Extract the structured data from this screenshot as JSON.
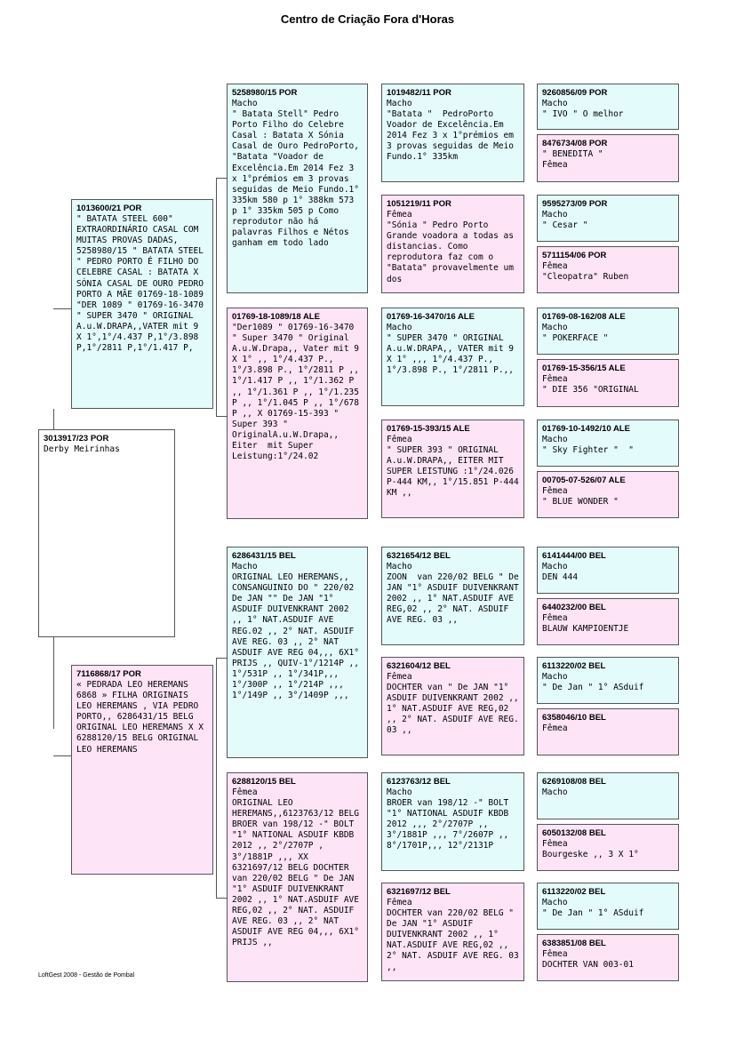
{
  "title": "Centro de Criação Fora d'Horas",
  "footer": "LoftGest 2008 - Gestão de Pombal",
  "subject": {
    "ring": "3013917/23 POR",
    "text": "Derby Meirinhas"
  },
  "father": {
    "ring": "1013600/21 POR",
    "text": "\" BATATA STEEL 600\" EXTRAORDINÁRIO CASAL COM MUITAS PROVAS DADAS, 5258980/15 \" BATATA STEEL \" PEDRO PORTO É FILHO DO CELEBRE CASAL : BATATA X SÓNIA CASAL DE OURO PEDRO PORTO A MÃE 01769-18-1089 \"DER 1089 \" 01769-16-3470 \" SUPER 3470 \" ORIGINAL A.u.W.DRAPA,,VATER mit 9 X 1°,1°/4.437 P,1°/3.898 P,1°/2811 P,1°/1.417 P,"
  },
  "mother": {
    "ring": "7116868/17 POR",
    "text": "« PEDRADA LEO HEREMANS 6868 » FILHA ORIGINAIS LEO HEREMANS , VIA PEDRO PORTO,, 6286431/15 BELG  ORIGINAL LEO HEREMANS X X 6288120/15 BELG ORIGINAL LEO HEREMANS"
  },
  "ff": {
    "ring": "5258980/15 POR",
    "text": "Macho\n\" Batata Stell\" Pedro Porto Filho do Celebre Casal : Batata X Sónia  Casal de Ouro PedroPorto, \"Batata \"Voador de Excelência.Em 2014 Fez 3 x 1°prémios em 3 provas seguidas de Meio Fundo.1° 335km 580 p 1° 388km 573 p 1° 335km 505 p Como reprodutor não há palavras Filhos e Nétos ganham em todo lado"
  },
  "fm": {
    "ring": "01769-18-1089/18 ALE",
    "text": "\"Der1089 \" 01769-16-3470 \" Super 3470 \" Original A.u.W.Drapa,, Vater mit 9 X 1° ,, 1°/4.437 P., 1°/3.898 P., 1°/2811 P ,, 1°/1.417 P ,, 1°/1.362 P ,, 1°/1.361 P ,, 1°/1.235 P ,, 1°/1.045 P ,, 1°/678 P ,, X 01769-15-393 \" Super 393 \" OriginalA.u.W.Drapa,, Eiter  mit Super Leistung:1°/24.02"
  },
  "mf": {
    "ring": "6286431/15 BEL",
    "text": "Macho\nORIGINAL LEO HEREMANS,, CONSANGUINIO DO \" 220/02  De JAN \"\" De JAN \"1° ASDUIF DUIVENKRANT 2002 ,, 1° NAT.ASDUIF AVE REG.02 ,, 2° NAT. ASDUIF AVE REG. 03 ,, 2° NAT ASDUIF AVE REG 04,,, 6X1° PRIJS ,, QUIV-1°/1214P ,, 1°/531P ,, 1°/341P,,, 1°/300P ,, 1°/214P ,,, 1°/149P ,, 3°/1409P ,,,"
  },
  "mm": {
    "ring": "6288120/15 BEL",
    "text": "Fêmea\nORIGINAL LEO HEREMANS,,6123763/12 BELG BROER van 198/12 -\" BOLT \"1° NATIONAL ASDUIF KBDB 2012 ,, 2°/2707P , 3°/1881P ,,, XX 6321697/12 BELG DOCHTER van 220/02 BELG \" De JAN \"1° ASDUIF DUIVENKRANT 2002 ,, 1° NAT.ASDUIF AVE REG,02 ,, 2° NAT. ASDUIF AVE REG. 03 ,, 2° NAT ASDUIF AVE REG 04,,, 6X1° PRIJS ,,"
  },
  "fff": {
    "ring": "1019482/11 POR",
    "text": "Macho\n\"Batata \"  PedroPorto Voador de Excelência.Em 2014 Fez 3 x 1°prémios em 3 provas seguidas de Meio Fundo.1° 335km"
  },
  "ffm": {
    "ring": "1051219/11 POR",
    "text": "Fêmea\n\"Sónia \" Pedro Porto Grande voadora a todas as distancias. Como reprodutora faz com o \"Batata\" provavelmente um dos"
  },
  "fmf": {
    "ring": "01769-16-3470/16 ALE",
    "text": "Macho\n\" SUPER 3470 \" ORIGINAL A.u.W.DRAPA,, VATER mit 9 X 1° ,,, 1°/4.437 P., 1°/3.898 P., 1°/2811 P.,,"
  },
  "fmm": {
    "ring": "01769-15-393/15 ALE",
    "text": "Fêmea\n\" SUPER 393 \" ORIGINAL A.u.W.DRAPA,, EITER MIT SUPER LEISTUNG :1°/24.026 P-444 KM,, 1°/15.851 P-444 KM ,,"
  },
  "mff": {
    "ring": "6321654/12 BEL",
    "text": "Macho\nZOON  van 220/02 BELG \" De JAN \"1° ASDUIF DUIVENKRANT 2002 ,, 1° NAT.ASDUIF AVE REG,02 ,, 2° NAT. ASDUIF AVE REG. 03 ,,"
  },
  "mfm": {
    "ring": "6321604/12 BEL",
    "text": "Fêmea\nDOCHTER van \" De JAN \"1° ASDUIF DUIVENKRANT 2002 ,, 1° NAT.ASDUIF AVE REG,02 ,, 2° NAT. ASDUIF AVE REG. 03 ,,"
  },
  "mmf": {
    "ring": "6123763/12 BEL",
    "text": "Macho\nBROER van 198/12 -\" BOLT \"1° NATIONAL ASDUIF KBDB 2012 ,,, 2°/2707P ,, 3°/1881P ,,, 7°/2607P ,, 8°/1701P,,, 12°/2131P"
  },
  "mmm": {
    "ring": "6321697/12 BEL",
    "text": "Fêmea\nDOCHTER van 220/02 BELG \" De JAN \"1° ASDUIF DUIVENKRANT 2002 ,, 1° NAT.ASDUIF AVE REG,02 ,, 2° NAT. ASDUIF AVE REG. 03 ,,"
  },
  "g4": [
    {
      "ring": "9260856/09 POR",
      "text": "Macho\n\" IVO \" O melhor"
    },
    {
      "ring": "8476734/08 POR",
      "text": "\" BENEDITA \"\nFêmea"
    },
    {
      "ring": "9595273/09 POR",
      "text": "Macho\n\" Cesar \""
    },
    {
      "ring": "5711154/06 POR",
      "text": "Fêmea\n\"Cleopatra\" Ruben"
    },
    {
      "ring": "01769-08-162/08 ALE",
      "text": "Macho\n\" POKERFACE \""
    },
    {
      "ring": "01769-15-356/15 ALE",
      "text": "Fêmea\n\" DIE 356 \"ORIGINAL"
    },
    {
      "ring": "01769-10-1492/10 ALE",
      "text": "Macho\n\" Sky Fighter \"  \""
    },
    {
      "ring": "00705-07-526/07 ALE",
      "text": "Fêmea\n\" BLUE WONDER \""
    },
    {
      "ring": "6141444/00 BEL",
      "text": "Macho\nDEN 444"
    },
    {
      "ring": "6440232/00 BEL",
      "text": "Fêmea\nBLAUW KAMPIOENTJE"
    },
    {
      "ring": "6113220/02 BEL",
      "text": "Macho\n\" De Jan \" 1° ASduif"
    },
    {
      "ring": "6358046/10 BEL",
      "text": "Fêmea"
    },
    {
      "ring": "6269108/08 BEL",
      "text": "Macho"
    },
    {
      "ring": "6050132/08 BEL",
      "text": "Fêmea\nBourgeske ,, 3 X 1°"
    },
    {
      "ring": "6113220/02 BEL",
      "text": "Macho\n\" De Jan \" 1° ASduif"
    },
    {
      "ring": "6383851/08 BEL",
      "text": "Fêmea\nDOCHTER VAN 003-01"
    }
  ]
}
